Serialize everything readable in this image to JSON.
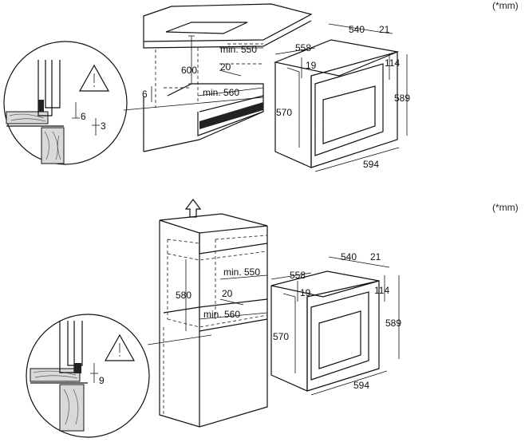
{
  "units": {
    "top": "(*mm)",
    "bottom": "(*mm)"
  },
  "top": {
    "cabinet": {
      "height": "600",
      "depth": "min. 550",
      "gap": "20",
      "width": "min. 560",
      "offset": "6"
    },
    "detail": {
      "gap": "6",
      "thickness": "3"
    },
    "oven": {
      "depth": "540",
      "rear": "21",
      "width_inner": "558",
      "top": "19",
      "panel": "114",
      "height_inner": "570",
      "height": "589",
      "width": "594"
    }
  },
  "bottom": {
    "cabinet": {
      "height": "580",
      "depth": "min. 550",
      "gap": "20",
      "width": "min. 560"
    },
    "detail": {
      "gap": "9"
    },
    "oven": {
      "depth": "540",
      "rear": "21",
      "width_inner": "558",
      "top": "19",
      "panel": "114",
      "height_inner": "570",
      "height": "589",
      "width": "594"
    }
  }
}
